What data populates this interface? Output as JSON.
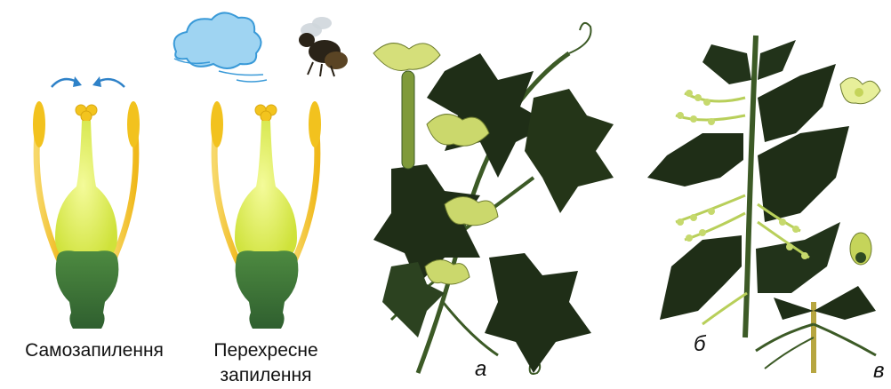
{
  "labels": {
    "self_pollination": "Самозапилення",
    "cross_pollination_line1": "Перехресне",
    "cross_pollination_line2": "запилення",
    "plant_a": "а",
    "plant_b": "б",
    "plant_c": "в"
  },
  "icons": {
    "cloud": "cloud-icon",
    "insect": "bee-icon"
  },
  "colors": {
    "pistil": "#d9ea3a",
    "pistil_light": "#eaf58a",
    "stamen": "#f5c51c",
    "ovary_base": "#3f7a3a",
    "cloud": "#5ab4e6",
    "arrow": "#2f82c8",
    "leaf_dark": "#1f2e17",
    "leaf_mid": "#3c5a26",
    "flower_yellow": "#c9d86a",
    "nettle_flower": "#b8cf5a"
  }
}
